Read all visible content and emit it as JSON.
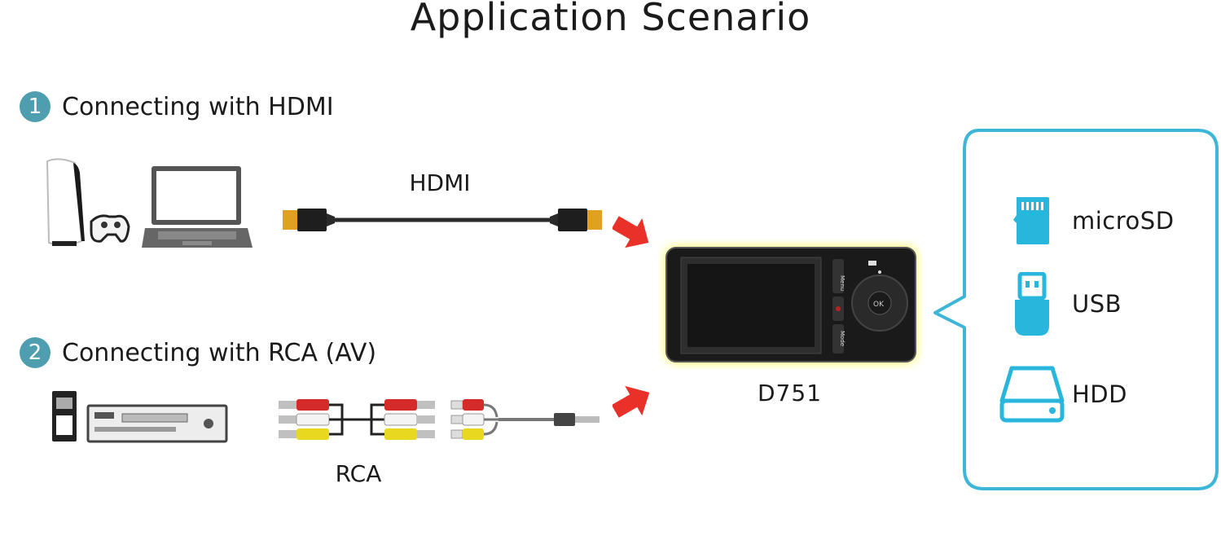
{
  "title": "Application Scenario",
  "sections": [
    {
      "number": "1",
      "label": "Connecting with HDMI",
      "cable_label": "HDMI"
    },
    {
      "number": "2",
      "label": "Connecting with RCA (AV)",
      "cable_label": "RCA"
    }
  ],
  "device": {
    "name": "D751",
    "buttons": {
      "menu": "Menu",
      "mode": "Mode",
      "ok": "OK"
    }
  },
  "storage": [
    {
      "icon": "microsd-icon",
      "label": "microSD"
    },
    {
      "icon": "usb-icon",
      "label": "USB"
    },
    {
      "icon": "hdd-icon",
      "label": "HDD"
    }
  ],
  "colors": {
    "accent": "#4f9eb0",
    "bubble_border": "#3db6d8",
    "storage_icon": "#29b6dc",
    "arrow": "#e8261e",
    "glow": "#ffff6a"
  }
}
